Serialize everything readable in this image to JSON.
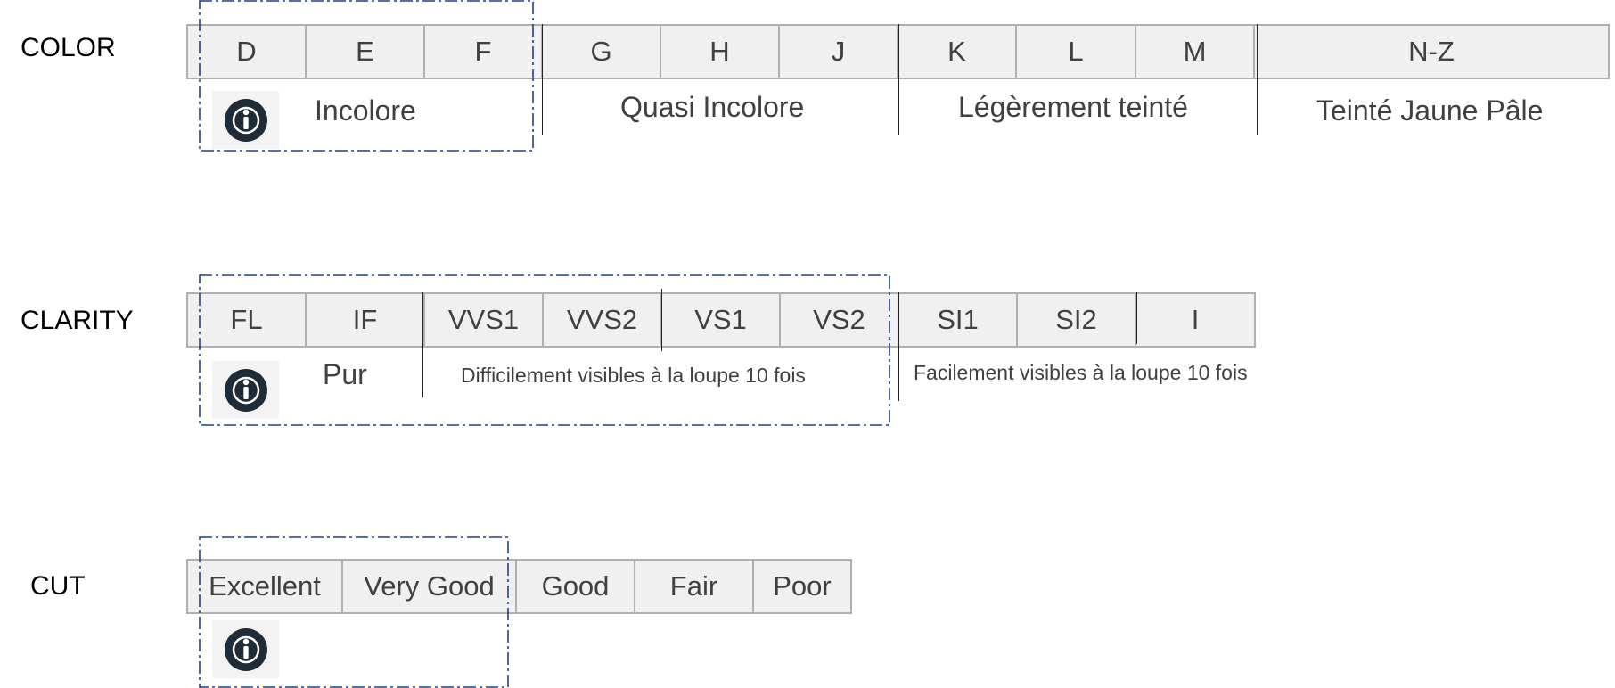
{
  "color": {
    "label": "COLOR",
    "grades": [
      "D",
      "E",
      "F",
      "G",
      "H",
      "J",
      "K",
      "L",
      "M",
      "N-Z"
    ],
    "groups": [
      "Incolore",
      "Quasi Incolore",
      "Légèrement teinté",
      "Teinté Jaune Pâle"
    ]
  },
  "clarity": {
    "label": "CLARITY",
    "grades": [
      "FL",
      "IF",
      "VVS1",
      "VVS2",
      "VS1",
      "VS2",
      "SI1",
      "SI2",
      "I"
    ],
    "groups": [
      "Pur",
      "Difficilement visibles à la loupe 10 fois",
      "Facilement visibles à la loupe 10 fois"
    ]
  },
  "cut": {
    "label": "CUT",
    "grades": [
      "Excellent",
      "Very Good",
      "Good",
      "Fair",
      "Poor"
    ]
  },
  "style": {
    "highlight_color": "#1f3f8f",
    "cell_bg": "#f0f0f0",
    "badge_icon": "info-person-icon"
  }
}
